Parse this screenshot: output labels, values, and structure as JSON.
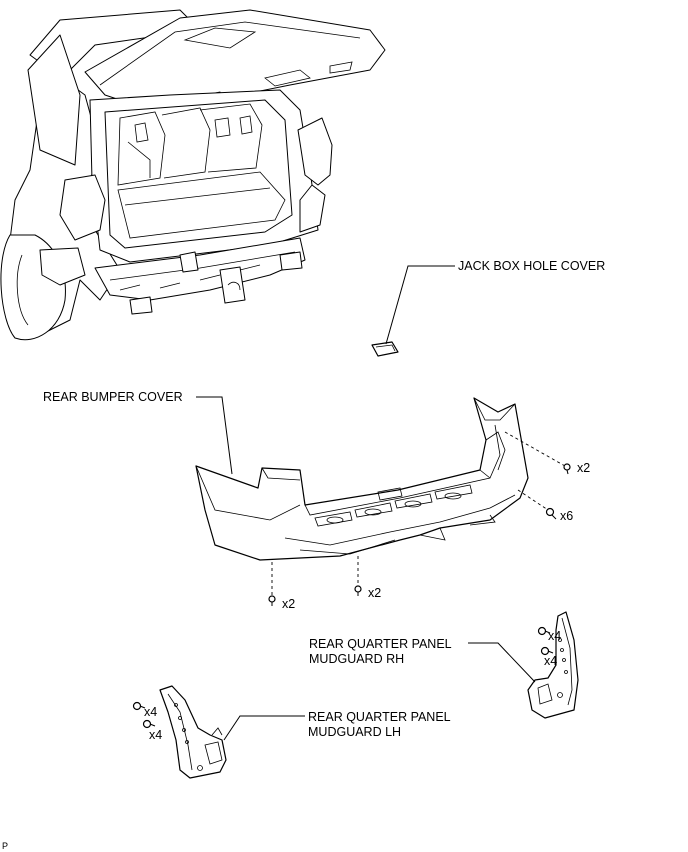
{
  "labels": {
    "jack_box_hole_cover": "JACK BOX HOLE COVER",
    "rear_bumper_cover": "REAR BUMPER COVER",
    "mudguard_rh_line1": "REAR QUARTER PANEL",
    "mudguard_rh_line2": "MUDGUARD RH",
    "mudguard_lh_line1": "REAR QUARTER PANEL",
    "mudguard_lh_line2": "MUDGUARD LH"
  },
  "quantities": {
    "bumper_side_clip": "x2",
    "bumper_side_screw": "x6",
    "bumper_bottom_left": "x2",
    "bumper_bottom_center": "x2",
    "rh_upper": "x4",
    "rh_lower": "x4",
    "lh_upper": "x4",
    "lh_lower": "x4"
  },
  "footer_code": "P"
}
